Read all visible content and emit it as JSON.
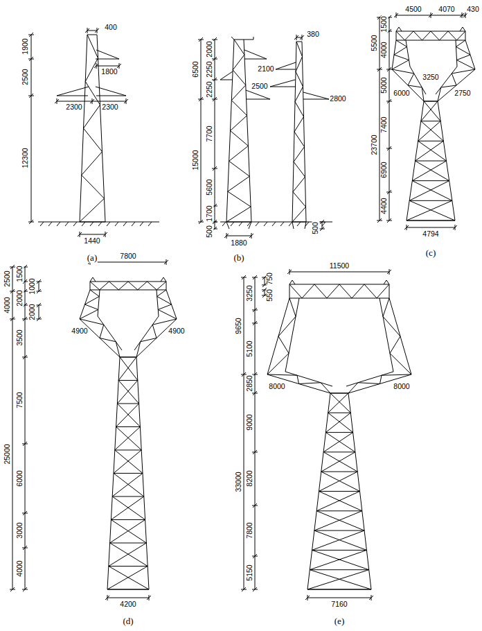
{
  "diagram": {
    "labels": [
      "400",
      "1900",
      "1800",
      "2500",
      "2300",
      "2300",
      "12300",
      "1440",
      "(a)",
      "6500",
      "2000",
      "2250",
      "2250",
      "15000",
      "7700",
      "5600",
      "1700",
      "500",
      "1880",
      "380",
      "2100",
      "2500",
      "2800",
      "500",
      "(b)",
      "4500",
      "4070",
      "430",
      "1500",
      "5500",
      "4000",
      "3250",
      "5000",
      "6000",
      "2750",
      "23700",
      "7400",
      "6900",
      "4400",
      "4794",
      "(c)",
      "7800",
      "1500",
      "2500",
      "1000",
      "2000",
      "4000",
      "2000",
      "3500",
      "4900",
      "4900",
      "25000",
      "7500",
      "6000",
      "3000",
      "4000",
      "4200",
      "(d)",
      "11500",
      "750",
      "3250",
      "550",
      "9650",
      "5100",
      "2850",
      "8000",
      "8000",
      "33000",
      "9000",
      "8200",
      "7800",
      "5150",
      "7160",
      "(e)"
    ]
  }
}
